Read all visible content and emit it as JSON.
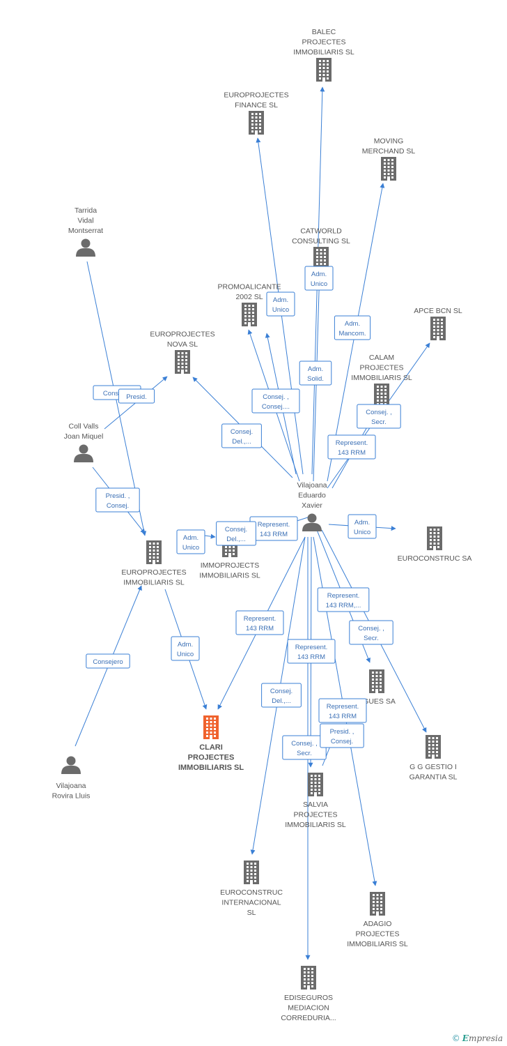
{
  "colors": {
    "edge": "#3a7fd5",
    "company": "#6b6b6b",
    "highlight": "#f0622d",
    "person": "#6b6b6b"
  },
  "nodes": [
    {
      "id": "clari",
      "type": "company",
      "highlight": true,
      "label": [
        "CLARI",
        "PROJECTES",
        "IMMOBILIARIS SL"
      ]
    },
    {
      "id": "balec",
      "type": "company",
      "label": [
        "BALEC",
        "PROJECTES",
        "IMMOBILIARIS SL"
      ]
    },
    {
      "id": "eurofin",
      "type": "company",
      "label": [
        "EUROPROJECTES",
        "FINANCE SL"
      ]
    },
    {
      "id": "moving",
      "type": "company",
      "label": [
        "MOVING",
        "MERCHAND SL"
      ]
    },
    {
      "id": "tarrida",
      "type": "person",
      "label": [
        "Tarrida",
        "Vidal",
        "Montserrat"
      ]
    },
    {
      "id": "catworld",
      "type": "company",
      "label": [
        "CATWORLD",
        "CONSULTING SL"
      ]
    },
    {
      "id": "promo",
      "type": "company",
      "label": [
        "PROMOALICANTE",
        "2002 SL"
      ]
    },
    {
      "id": "apce",
      "type": "company",
      "label": [
        "APCE BCN SL"
      ]
    },
    {
      "id": "euronova",
      "type": "company",
      "label": [
        "EUROPROJECTES",
        "NOVA SL"
      ]
    },
    {
      "id": "calam",
      "type": "company",
      "label": [
        "CALAM",
        "PROJECTES",
        "IMMOBILIARIS SL"
      ]
    },
    {
      "id": "coll",
      "type": "person",
      "label": [
        "Coll Valls",
        "Joan Miquel"
      ]
    },
    {
      "id": "vilaedu",
      "type": "person",
      "label": [
        "Vilajoana",
        "Eduardo",
        "Xavier"
      ]
    },
    {
      "id": "euroinm",
      "type": "company",
      "label": [
        "EUROPROJECTES",
        "IMMOBILIARIS SL"
      ]
    },
    {
      "id": "immo",
      "type": "company",
      "label": [
        "IMMOPROJECTS",
        "IMMOBILIARIS SL"
      ]
    },
    {
      "id": "eurocons",
      "type": "company",
      "label": [
        "EUROCONSTRUC SA"
      ]
    },
    {
      "id": "egues",
      "type": "company",
      "label": [
        "EGUES SA"
      ]
    },
    {
      "id": "gg",
      "type": "company",
      "label": [
        "G G GESTIO I",
        "GARANTIA  SL"
      ]
    },
    {
      "id": "vilalluis",
      "type": "person",
      "label": [
        "Vilajoana",
        "Rovira Lluis"
      ]
    },
    {
      "id": "salvia",
      "type": "company",
      "label": [
        "SALVIA",
        "PROJECTES",
        "IMMOBILIARIS SL"
      ]
    },
    {
      "id": "euroint",
      "type": "company",
      "label": [
        "EUROCONSTRUC",
        "INTERNACIONAL",
        "SL"
      ]
    },
    {
      "id": "adagio",
      "type": "company",
      "label": [
        "ADAGIO",
        "PROJECTES",
        "IMMOBILIARIS SL"
      ]
    },
    {
      "id": "edis",
      "type": "company",
      "label": [
        "EDISEGUROS",
        "MEDIACION",
        "CORREDURIA..."
      ]
    }
  ],
  "edges": [
    {
      "from": "vilaedu",
      "to": "balec",
      "label": [
        "Adm.",
        "Unico"
      ]
    },
    {
      "from": "vilaedu",
      "to": "eurofin",
      "label": []
    },
    {
      "from": "vilaedu",
      "to": "moving",
      "label": [
        "Adm.",
        "Mancom."
      ]
    },
    {
      "from": "vilaedu",
      "to": "catworld",
      "label": [
        "Adm.",
        "Solid."
      ]
    },
    {
      "from": "vilaedu",
      "to": "promo",
      "label": [
        "Consej. ,",
        "Consej...."
      ]
    },
    {
      "from": "vilaedu",
      "to": "promo",
      "label": [
        "Adm.",
        "Unico"
      ]
    },
    {
      "from": "vilaedu",
      "to": "apce",
      "label": [
        "Consej. ,",
        "Secr."
      ]
    },
    {
      "from": "vilaedu",
      "to": "calam",
      "label": [
        "Represent.",
        "143 RRM"
      ]
    },
    {
      "from": "vilaedu",
      "to": "euronova",
      "label": [
        "Consej.",
        "Del.,..."
      ]
    },
    {
      "from": "vilaedu",
      "to": "immo",
      "label": [
        "Represent.",
        "143 RRM"
      ]
    },
    {
      "from": "vilaedu",
      "to": "immo",
      "label": [
        "Consej.",
        "Del.,..."
      ]
    },
    {
      "from": "vilaedu",
      "to": "eurocons",
      "label": [
        "Adm.",
        "Unico"
      ]
    },
    {
      "from": "vilaedu",
      "to": "egues",
      "label": [
        "Represent.",
        "143 RRM,..."
      ]
    },
    {
      "from": "vilaedu",
      "to": "gg",
      "label": [
        "Consej. ,",
        "Secr."
      ]
    },
    {
      "from": "vilaedu",
      "to": "clari",
      "label": [
        "Represent.",
        "143 RRM"
      ]
    },
    {
      "from": "vilaedu",
      "to": "salvia",
      "label": [
        "Represent.",
        "143 RRM"
      ]
    },
    {
      "from": "vilaedu",
      "to": "euroint",
      "label": [
        "Consej.",
        "Del.,..."
      ]
    },
    {
      "from": "vilaedu",
      "to": "adagio",
      "label": [
        "Represent.",
        "143 RRM"
      ]
    },
    {
      "from": "vilaedu",
      "to": "edis",
      "label": [
        "Consej. ,",
        "Secr."
      ]
    },
    {
      "from": "salvia",
      "to": "vilaedu",
      "label": [
        "Presid. ,",
        "Consej."
      ]
    },
    {
      "from": "tarrida",
      "to": "euroinm",
      "label": [
        "Consej...."
      ]
    },
    {
      "from": "coll",
      "to": "euronova",
      "label": [
        "Presid."
      ]
    },
    {
      "from": "coll",
      "to": "euroinm",
      "label": [
        "Presid. ,",
        "Consej."
      ]
    },
    {
      "from": "euroinm",
      "to": "clari",
      "label": [
        "Adm.",
        "Unico"
      ]
    },
    {
      "from": "vilalluis",
      "to": "euroinm",
      "label": [
        "Consejero"
      ]
    },
    {
      "from": "euroinm",
      "to": "immo",
      "label": [
        "Adm.",
        "Unico"
      ]
    }
  ],
  "brand": {
    "copyright": "©",
    "initial": "E",
    "rest": "mpresia"
  }
}
